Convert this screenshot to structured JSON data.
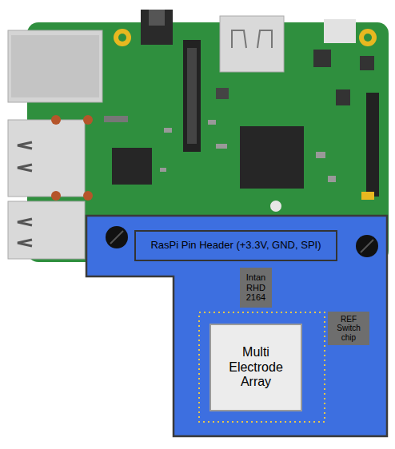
{
  "diagram": {
    "nodes": [
      {
        "text": [
          "RasPi Pin Header (+3.3V, GND, SPI)"
        ]
      },
      {
        "text": [
          "Intan RHD 2164"
        ]
      },
      {
        "text": [
          "REF Switch chip"
        ]
      },
      {
        "text": [
          "Multi Electrode Array"
        ]
      }
    ]
  }
}
